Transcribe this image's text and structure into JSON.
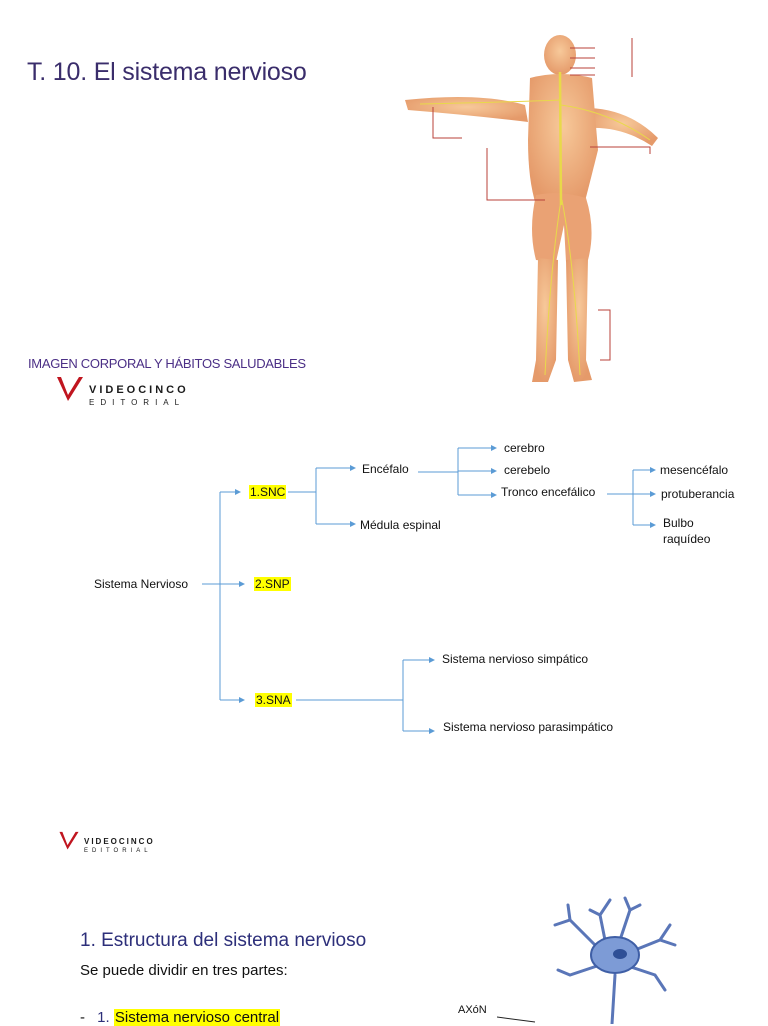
{
  "slide1": {
    "title": "T. 10. El sistema nervioso",
    "subtitle": "IMAGEN CORPORAL Y HÁBITOS SALUDABLES",
    "logo": {
      "line1": "VIDEOCINCO",
      "line2": "EDITORIAL"
    },
    "figure_icon": "human-body-nervous-system-illustration"
  },
  "diagram": {
    "root": "Sistema Nervioso",
    "snc": "1.SNC",
    "snp": "2.SNP",
    "sna": "3.SNA",
    "encefalo": "Encéfalo",
    "medula": "Médula espinal",
    "cerebro": "cerebro",
    "cerebelo": "cerebelo",
    "tronco": "Tronco encefálico",
    "mesencefalo": "mesencéfalo",
    "protuberancia": "protuberancia",
    "bulbo_line1": "Bulbo",
    "bulbo_line2": "raquídeo",
    "simpatico": "Sistema nervioso simpático",
    "parasimpatico": "Sistema nervioso parasimpático",
    "colors": {
      "connector": "#5b9bd5",
      "highlight": "#ffff00"
    }
  },
  "slide2": {
    "logo": {
      "line1": "VIDEOCINCO",
      "line2": "EDITORIAL"
    },
    "section_title": "1. Estructura del sistema nervioso",
    "intro": "Se puede dividir en tres partes:",
    "list_marker": "-",
    "list_number": "1.",
    "list_item": "Sistema nervioso central",
    "axon_label": "AXóN",
    "neuron_icon": "neuron-illustration"
  }
}
